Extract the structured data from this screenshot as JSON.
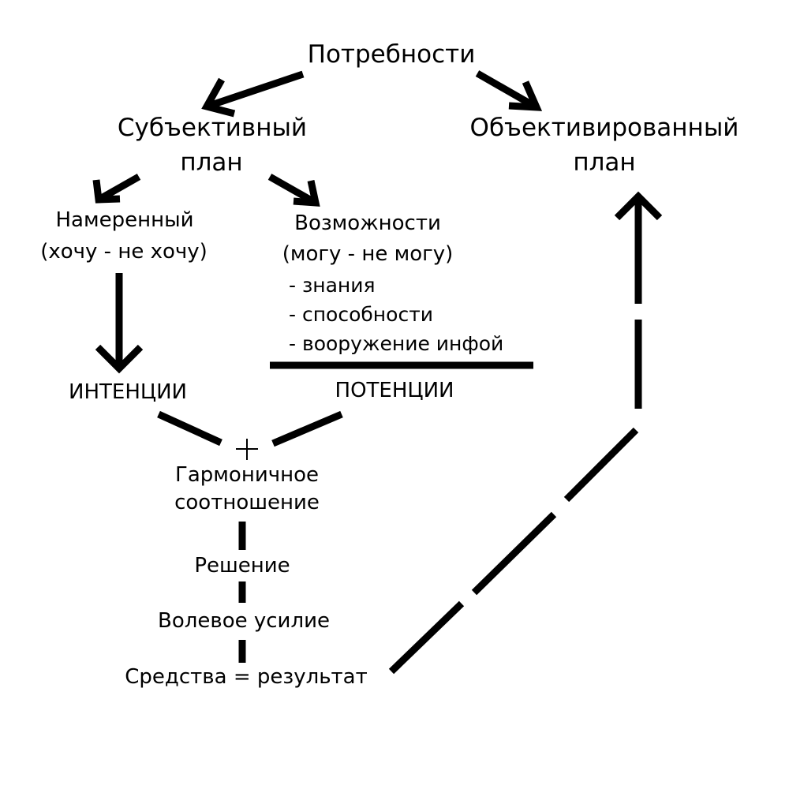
{
  "nodes": {
    "needs": "Потребности",
    "subjective_line1": "Субъективный",
    "subjective_line2": "план",
    "objective_line1": "Объективированный",
    "objective_line2": "план",
    "intended_line1": "Намеренный",
    "intended_line2": "(хочу - не хочу)",
    "possibilities_line1": "Возможности",
    "possibilities_line2": "(могу - не могу)",
    "possibilities_items": [
      "- знания",
      "- способности",
      "- вооружение инфой"
    ],
    "intentions": "ИНТЕНЦИИ",
    "potentials": "ПОТЕНЦИИ",
    "plus": "+",
    "harmonic_line1": "Гармоничное",
    "harmonic_line2": "соотношение",
    "decision": "Решение",
    "willpower": "Волевое усилие",
    "means_result": "Средства = результат"
  }
}
